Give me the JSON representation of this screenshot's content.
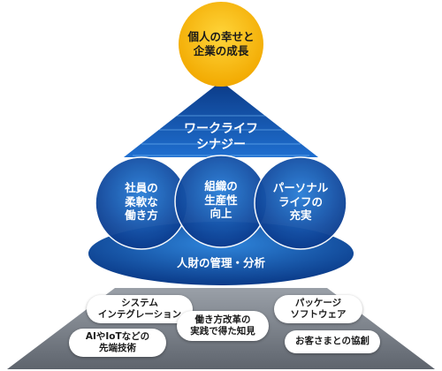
{
  "goal": {
    "text": "個人の幸せと\n企業の成長"
  },
  "synergy": {
    "text": "ワークライフ\nシナジー"
  },
  "circles": [
    {
      "text": "社員の\n柔軟な\n働き方"
    },
    {
      "text": "組織の\n生産性\n向上"
    },
    {
      "text": "パーソナル\nライフの\n充実"
    }
  ],
  "foundation": {
    "text": "人財の管理・分析"
  },
  "base_items": [
    {
      "text": "システム\nインテグレーション"
    },
    {
      "text": "パッケージ\nソフトウェア"
    },
    {
      "text": "働き方改革の\n実践で得た知見"
    },
    {
      "text": "AIやIoTなどの\n先端技術"
    },
    {
      "text": "お客さまとの協創"
    }
  ],
  "colors": {
    "sun": "#f5b400",
    "blue_dark": "#0a3d8f",
    "blue_mid": "#1a64c8",
    "blue_light": "#4aa3ea",
    "base_gray": "#7a7f88"
  }
}
